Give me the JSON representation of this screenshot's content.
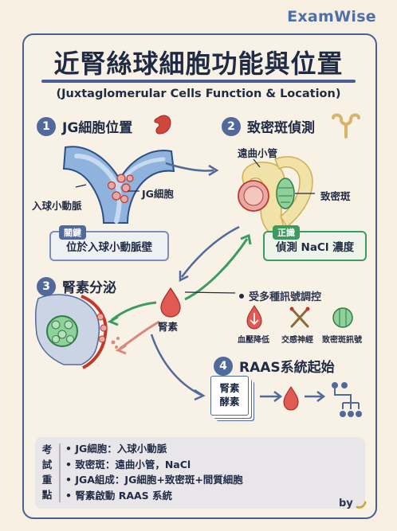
{
  "brand": "ExamWise",
  "title": "近腎絲球細胞功能與位置",
  "subtitle": "(Juxtaglomerular Cells Function & Location)",
  "steps": [
    {
      "num": "1",
      "title": "JG細胞位置"
    },
    {
      "num": "2",
      "title": "致密斑偵測"
    },
    {
      "num": "3",
      "title": "腎素分泌"
    },
    {
      "num": "4",
      "title": "RAAS系統起始"
    }
  ],
  "labels": {
    "afferent": "入球小動脈",
    "jg_cell": "JG細胞",
    "dct": "遠曲小管",
    "macula": "致密斑",
    "renin": "腎素",
    "regulation": "受多種訊號調控",
    "sig_bp": "血壓降低",
    "sig_nerve": "交感神經",
    "sig_macula": "致密斑訊號",
    "doc_line1": "腎素",
    "doc_line2": "酵素"
  },
  "callouts": {
    "key_tag": "關鍵",
    "key_text": "位於入球小動脈壁",
    "correct_tag": "正識",
    "correct_text": "偵測 NaCl 濃度"
  },
  "key_points": {
    "side": [
      "考",
      "試",
      "重",
      "點"
    ],
    "items": [
      "JG細胞：入球小動脈",
      "致密斑：遠曲小管，NaCl",
      "JGA組成：JG細胞+致密斑+間質細胞",
      "腎素啟動 RAAS 系統"
    ]
  },
  "by": "by",
  "colors": {
    "accent": "#52699c",
    "green": "#3c9b5e",
    "red": "#d0463d",
    "pink": "#d98a80"
  }
}
